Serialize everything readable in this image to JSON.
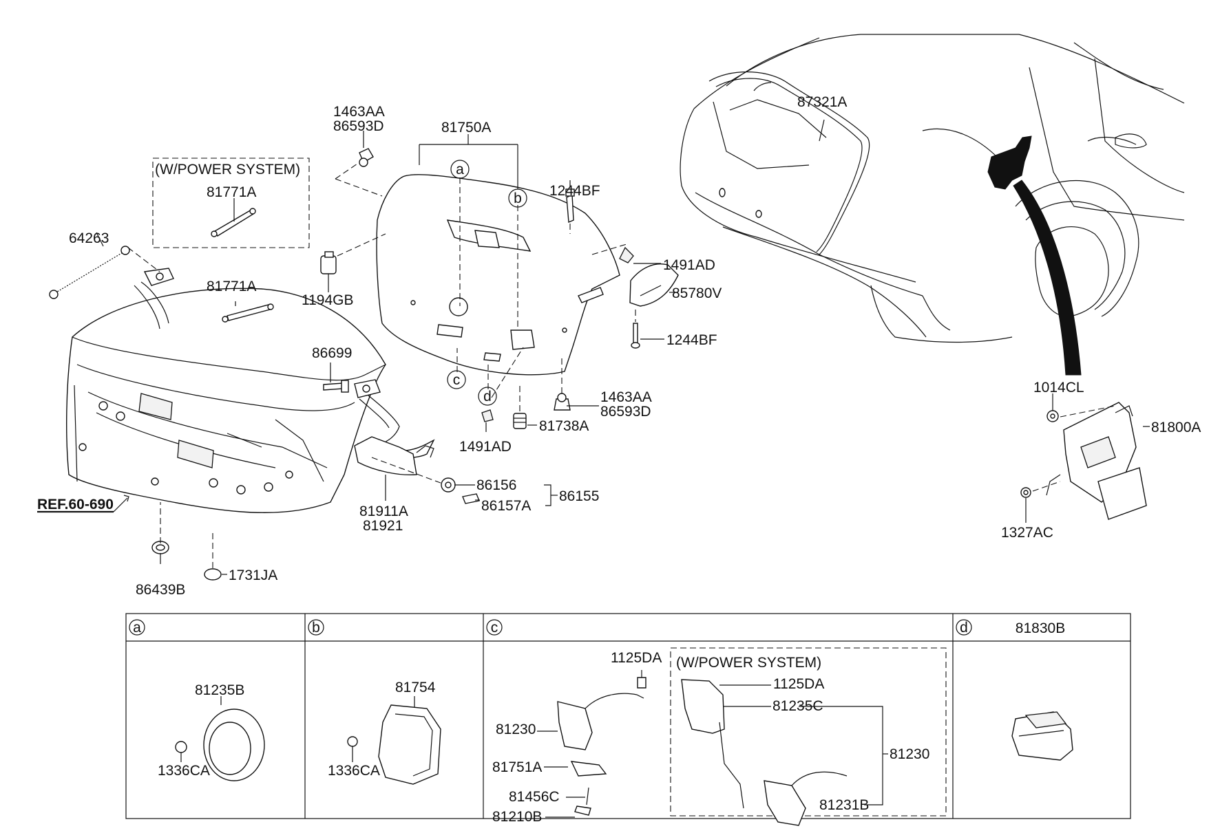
{
  "callouts": {
    "p87321A": "87321A",
    "p81750A": "81750A",
    "p1463AA_top": "1463AA",
    "p86593D_top": "86593D",
    "wps_top": "(W/POWER SYSTEM)",
    "p81771A_a": "81771A",
    "p81771A_b": "81771A",
    "p64263": "64263",
    "p1244BF_top": "1244BF",
    "p1194GB": "1194GB",
    "p1491AD_right": "1491AD",
    "p85780V": "85780V",
    "p1244BF_bot": "1244BF",
    "p86699": "86699",
    "p1463AA_bot": "1463AA",
    "p86593D_bot": "86593D",
    "p81738A": "81738A",
    "p1491AD_bot": "1491AD",
    "p86156": "86156",
    "p86157A": "86157A",
    "p86155": "86155",
    "p81911A": "81911A",
    "p81921": "81921",
    "ref": "REF.60-690",
    "p86439B": "86439B",
    "p1731JA": "1731JA",
    "p1014CL": "1014CL",
    "p81800A": "81800A",
    "p1327AC": "1327AC",
    "circ_a": "a",
    "circ_b": "b",
    "circ_c": "c",
    "circ_d": "d"
  },
  "table": {
    "a": {
      "key": "a",
      "parts": [
        "81235B",
        "1336CA"
      ]
    },
    "b": {
      "key": "b",
      "parts": [
        "81754",
        "1336CA"
      ]
    },
    "c": {
      "key": "c",
      "parts": [
        "1125DA",
        "81230",
        "81751A",
        "81456C",
        "81210B"
      ],
      "power": {
        "title": "(W/POWER SYSTEM)",
        "parts": [
          "1125DA",
          "81235C",
          "81230",
          "81231B"
        ]
      }
    },
    "d": {
      "key": "d",
      "title": "81830B"
    }
  }
}
